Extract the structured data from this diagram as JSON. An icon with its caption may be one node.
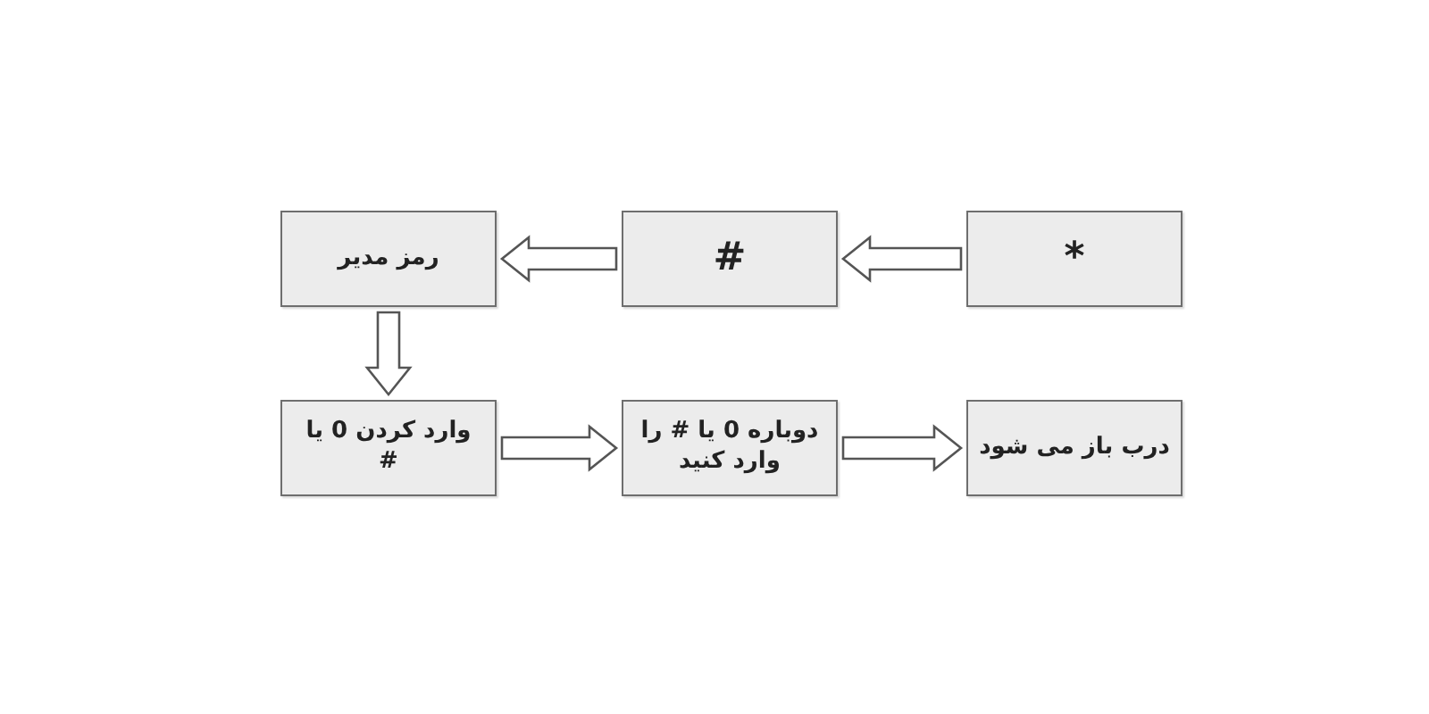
{
  "diagram": {
    "nodes": [
      {
        "text": [
          "*"
        ]
      },
      {
        "text": [
          "#"
        ]
      },
      {
        "text": [
          "رمز مدیر"
        ]
      },
      {
        "text": [
          "وارد کردن 0 یا #"
        ]
      },
      {
        "text": [
          "دوباره 0 یا # را وارد کنید"
        ]
      },
      {
        "text": [
          "درب باز می شود"
        ]
      }
    ],
    "edges": [
      {
        "from": 0,
        "to": 1,
        "arrow": "to"
      },
      {
        "from": 1,
        "to": 2,
        "arrow": "to"
      },
      {
        "from": 2,
        "to": 3,
        "arrow": "to"
      },
      {
        "from": 3,
        "to": 4,
        "arrow": "to"
      },
      {
        "from": 4,
        "to": 5,
        "arrow": "to"
      }
    ]
  }
}
